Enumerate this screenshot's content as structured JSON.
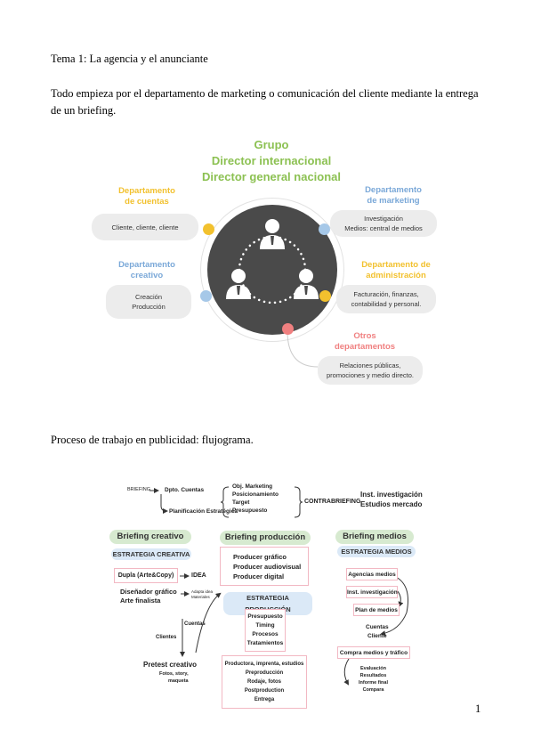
{
  "paragraphs": {
    "title": "Tema 1: La agencia y el anunciante",
    "intro": "Todo empieza por el departamento de marketing o comunicación del cliente mediante la entrega de un briefing.",
    "process": "Proceso de trabajo en publicidad: flujograma."
  },
  "page_number": "1",
  "org": {
    "header": [
      "Grupo",
      "Director internacional",
      "Director general nacional"
    ],
    "departments": {
      "cuentas": {
        "title": [
          "Departamento",
          "de cuentas"
        ],
        "items": [
          "Cliente, cliente, cliente"
        ]
      },
      "marketing": {
        "title": [
          "Departamento",
          "de marketing"
        ],
        "items": [
          "Investigación",
          "Medios: central de medios"
        ]
      },
      "creativo": {
        "title": [
          "Departamento",
          "creativo"
        ],
        "items": [
          "Creación",
          "Producción"
        ]
      },
      "administracion": {
        "title": [
          "Departamento de",
          "administración"
        ],
        "items": [
          "Facturación, finanzas,",
          "contabilidad y personal."
        ]
      },
      "otros": {
        "title": [
          "Otros",
          "departamentos"
        ],
        "items": [
          "Relaciones públicas,",
          "promociones y medio directo."
        ]
      }
    },
    "colors": {
      "green": "#8cc152",
      "yellow": "#f2c12e",
      "blue": "#a6c8e8",
      "red": "#f08080",
      "circle": "#4a4a4a"
    }
  },
  "flow": {
    "briefing": "BRIEFING",
    "dpto_cuentas": "Dpto. Cuentas",
    "planificacion": "Planificación Estratégica",
    "brace_items": [
      "Obj. Marketing",
      "Posicionamiento",
      "Target",
      "Presupuesto"
    ],
    "contrabriefing": "CONTRABRIEFING",
    "inst_items": [
      "Inst. investigación",
      "Estudios mercado"
    ],
    "creativo": {
      "header": "Briefing creativo",
      "strategy": "ESTRATEGIA CREATIVA",
      "dupla": "Dupla (Arte&Copy)",
      "idea": "IDEA",
      "disenador": [
        "Diseñador gráfico",
        "Arte finalista"
      ],
      "adapta": [
        "Adapta idea",
        "Materiales"
      ],
      "cuentas": "Cuentas",
      "clientes": "Clientes",
      "pretest": "Pretest creativo",
      "pretest_items": [
        "Fotos, story,",
        "maqueta"
      ]
    },
    "produccion": {
      "header": "Briefing producción",
      "producers": [
        "Producer gráfico",
        "Producer audiovisual",
        "Producer digital"
      ],
      "strategy": "ESTRATEGIA PRODUCCIÓN",
      "items": [
        "Presupuesto",
        "Timing",
        "Procesos",
        "Tratamientos"
      ],
      "final": [
        "Productora, imprenta, estudios",
        "Preproducción",
        "Rodaje, fotos",
        "Postproduction",
        "Entrega"
      ]
    },
    "medios": {
      "header": "Briefing medios",
      "strategy": "ESTRATEGIA MEDIOS",
      "agencias": "Agencias medios",
      "inst": "Inst. investigación",
      "plan": "Plan de medios",
      "cuentas": "Cuentas",
      "cliente": "Cliente",
      "compra": "Compra medios y tráfico",
      "eval_items": [
        "Evaluación",
        "Resultados",
        "Informe final",
        "Compara"
      ]
    }
  }
}
